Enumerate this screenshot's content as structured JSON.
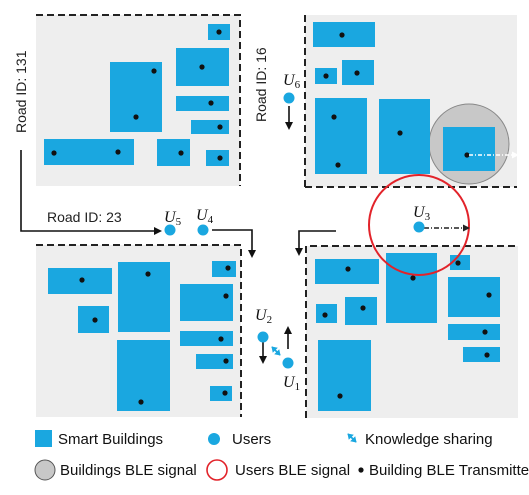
{
  "colors": {
    "building": "#1aa7e0",
    "block": "#eeeeee",
    "user": "#1aa7e0",
    "ble_user_ring": "#e2232a",
    "ble_building": "#c8c8c8",
    "transmitter": "#111111"
  },
  "roads": {
    "road_131": "Road ID: 131",
    "road_16": "Road ID: 16",
    "road_23": "Road ID: 23"
  },
  "users": [
    {
      "id": "U1",
      "base": "U",
      "sub": "1"
    },
    {
      "id": "U2",
      "base": "U",
      "sub": "2"
    },
    {
      "id": "U3",
      "base": "U",
      "sub": "3"
    },
    {
      "id": "U4",
      "base": "U",
      "sub": "4"
    },
    {
      "id": "U5",
      "base": "U",
      "sub": "5"
    },
    {
      "id": "U6",
      "base": "U",
      "sub": "6"
    }
  ],
  "legend": {
    "smart_buildings": "Smart Buildings",
    "users": "Users",
    "knowledge_sharing": "Knowledge sharing",
    "buildings_ble": "Buildings BLE signal",
    "users_ble": "Users BLE signal",
    "transmitter": "Building BLE Transmitter"
  }
}
